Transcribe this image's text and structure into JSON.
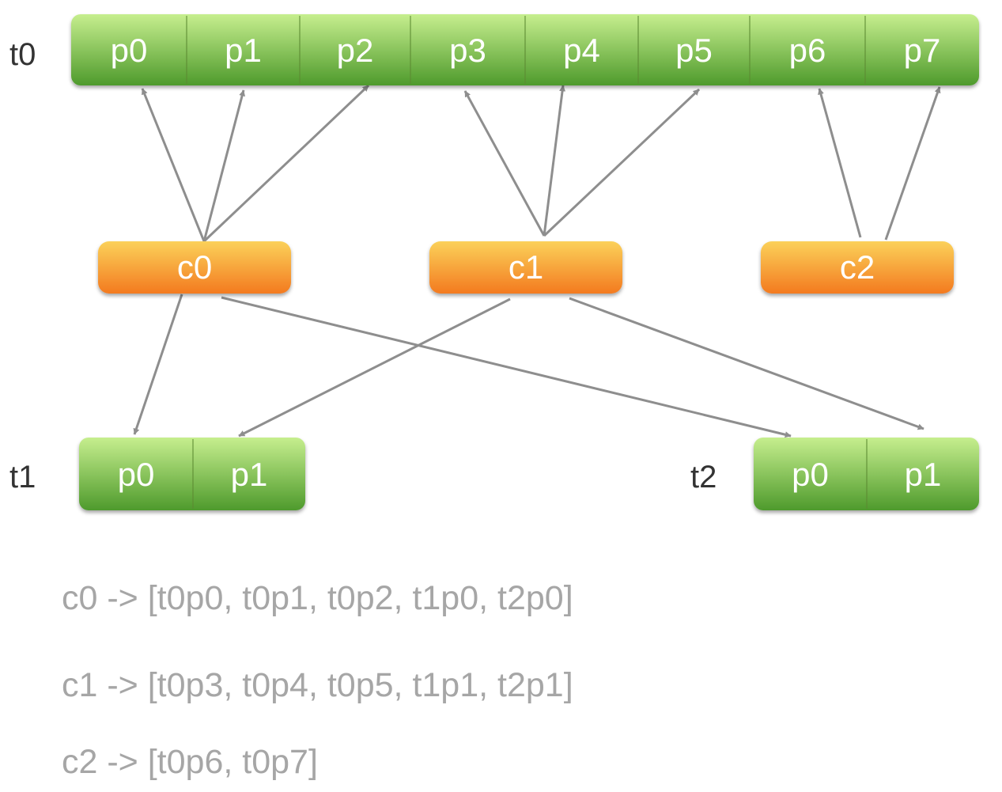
{
  "topics": [
    {
      "id": "t0",
      "label": "t0",
      "partitions": [
        "p0",
        "p1",
        "p2",
        "p3",
        "p4",
        "p5",
        "p6",
        "p7"
      ]
    },
    {
      "id": "t1",
      "label": "t1",
      "partitions": [
        "p0",
        "p1"
      ]
    },
    {
      "id": "t2",
      "label": "t2",
      "partitions": [
        "p0",
        "p1"
      ]
    }
  ],
  "consumers": [
    {
      "id": "c0",
      "label": "c0"
    },
    {
      "id": "c1",
      "label": "c1"
    },
    {
      "id": "c2",
      "label": "c2"
    }
  ],
  "edges": [
    {
      "from": "c0",
      "to": "t0p0"
    },
    {
      "from": "c0",
      "to": "t0p1"
    },
    {
      "from": "c0",
      "to": "t0p2"
    },
    {
      "from": "c1",
      "to": "t0p3"
    },
    {
      "from": "c1",
      "to": "t0p4"
    },
    {
      "from": "c1",
      "to": "t0p5"
    },
    {
      "from": "c2",
      "to": "t0p6"
    },
    {
      "from": "c2",
      "to": "t0p7"
    },
    {
      "from": "c0",
      "to": "t1p0"
    },
    {
      "from": "c0",
      "to": "t2p0"
    },
    {
      "from": "c1",
      "to": "t1p1"
    },
    {
      "from": "c1",
      "to": "t2p1"
    }
  ],
  "assignments": [
    "c0 -> [t0p0, t0p1, t0p2, t1p0, t2p0]",
    "c1 -> [t0p3, t0p4, t0p5, t1p1, t2p1]",
    "c2 -> [t0p6, t0p7]"
  ],
  "colors": {
    "partition_top": "#c6ee8e",
    "partition_bottom": "#4e9a2c",
    "consumer_top": "#fbd15a",
    "consumer_bottom": "#f37a1f",
    "edge": "#8e8e8e",
    "assignment_text": "#a6a6a6"
  }
}
